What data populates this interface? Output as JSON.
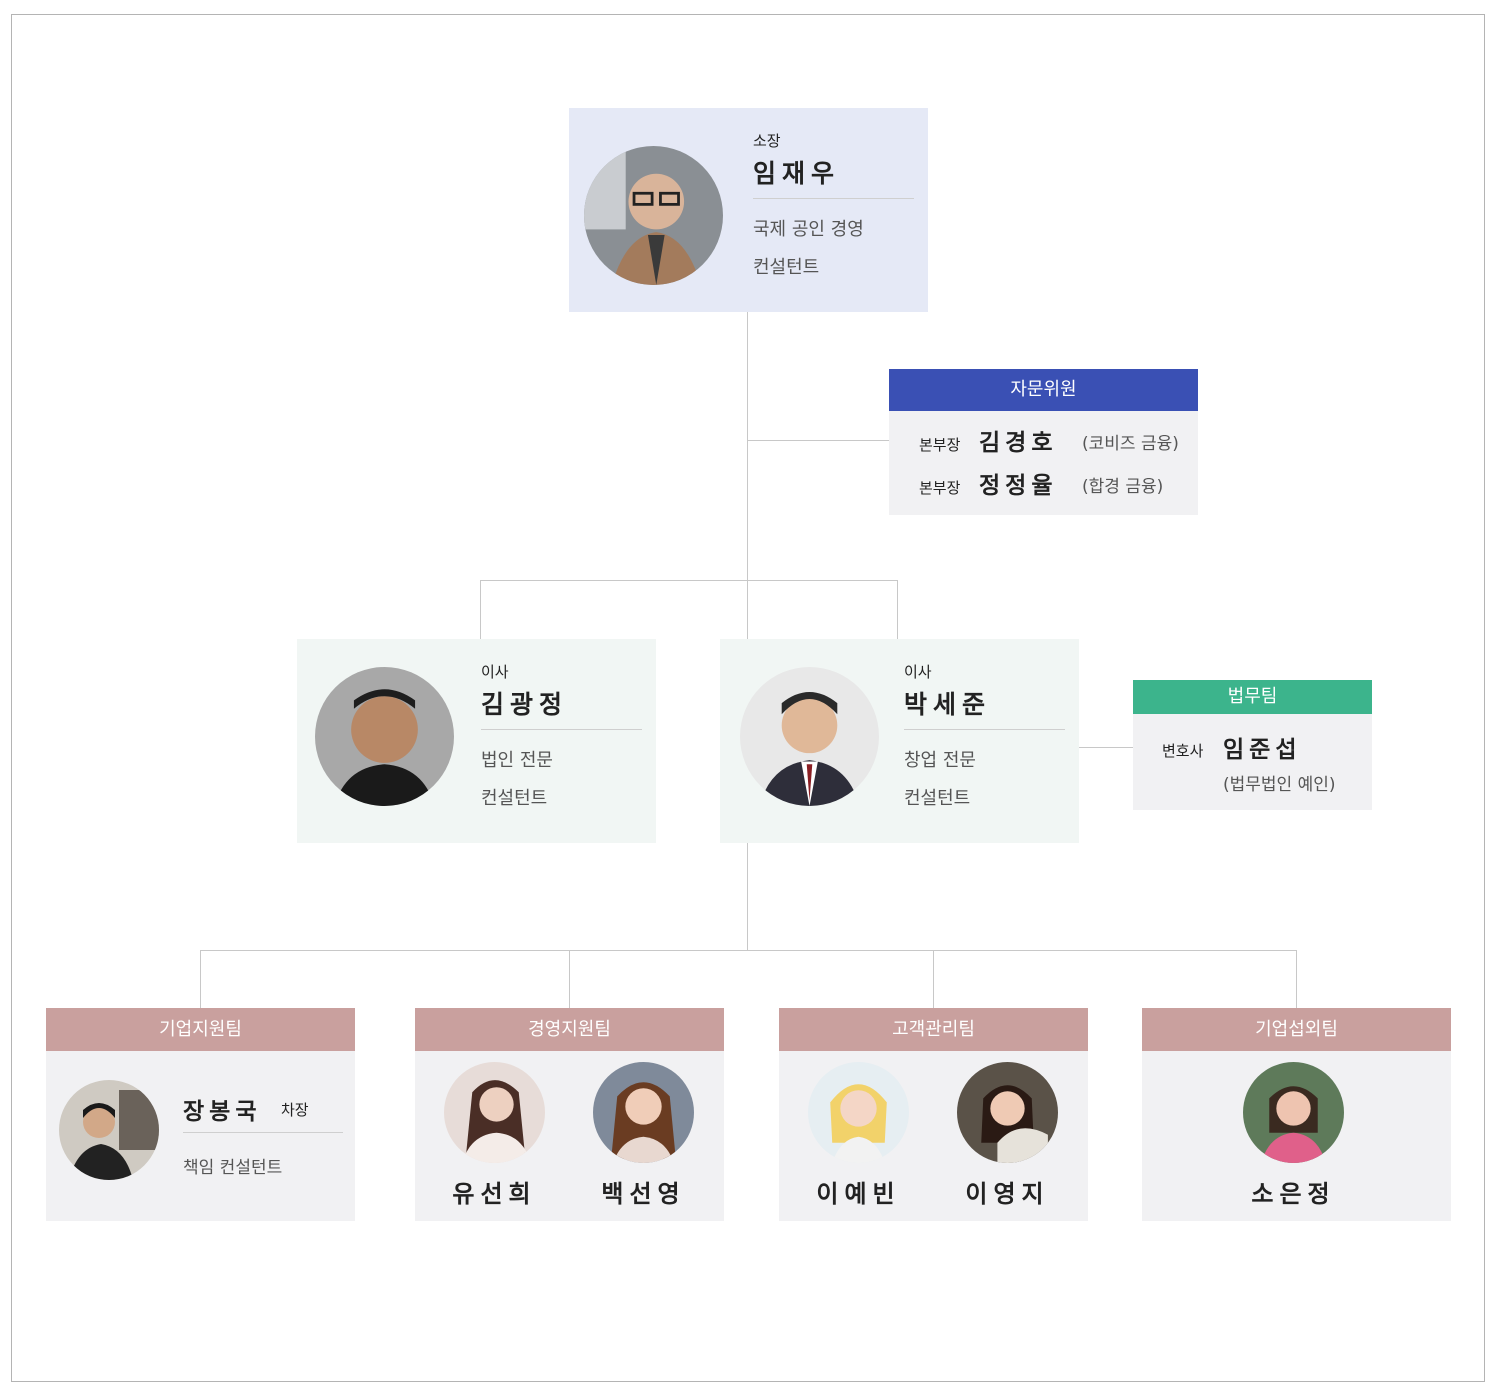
{
  "colors": {
    "ceo_bg": "#e5e9f6",
    "director_bg": "#f1f6f4",
    "advisor_header": "#3a50b4",
    "legal_header": "#3cb48c",
    "team_header": "#c9a09e",
    "team_bg": "#f1f1f3",
    "connector": "#c8c8c8"
  },
  "ceo": {
    "role": "소장",
    "name": "임재우",
    "desc1": "국제 공인 경영",
    "desc2": "컨설턴트",
    "photo": "ceo-photo"
  },
  "advisory": {
    "title": "자문위원",
    "members": [
      {
        "role": "본부장",
        "name": "김경호",
        "note": "(코비즈 금융)"
      },
      {
        "role": "본부장",
        "name": "정정율",
        "note": "(합경 금융)"
      }
    ]
  },
  "directors": [
    {
      "role": "이사",
      "name": "김광정",
      "desc1": "법인 전문",
      "desc2": "컨설턴트"
    },
    {
      "role": "이사",
      "name": "박세준",
      "desc1": "창업 전문",
      "desc2": "컨설턴트"
    }
  ],
  "legal": {
    "title": "법무팀",
    "role": "변호사",
    "name": "임준섭",
    "note": "(법무법인 예인)"
  },
  "teams": [
    {
      "title": "기업지원팀",
      "name": "장봉국",
      "rank": "차장",
      "desc": "책임 컨설턴트"
    },
    {
      "title": "경영지원팀",
      "members": [
        "유선희",
        "백선영"
      ]
    },
    {
      "title": "고객관리팀",
      "members": [
        "이예빈",
        "이영지"
      ]
    },
    {
      "title": "기업섭외팀",
      "members": [
        "소은정"
      ]
    }
  ]
}
